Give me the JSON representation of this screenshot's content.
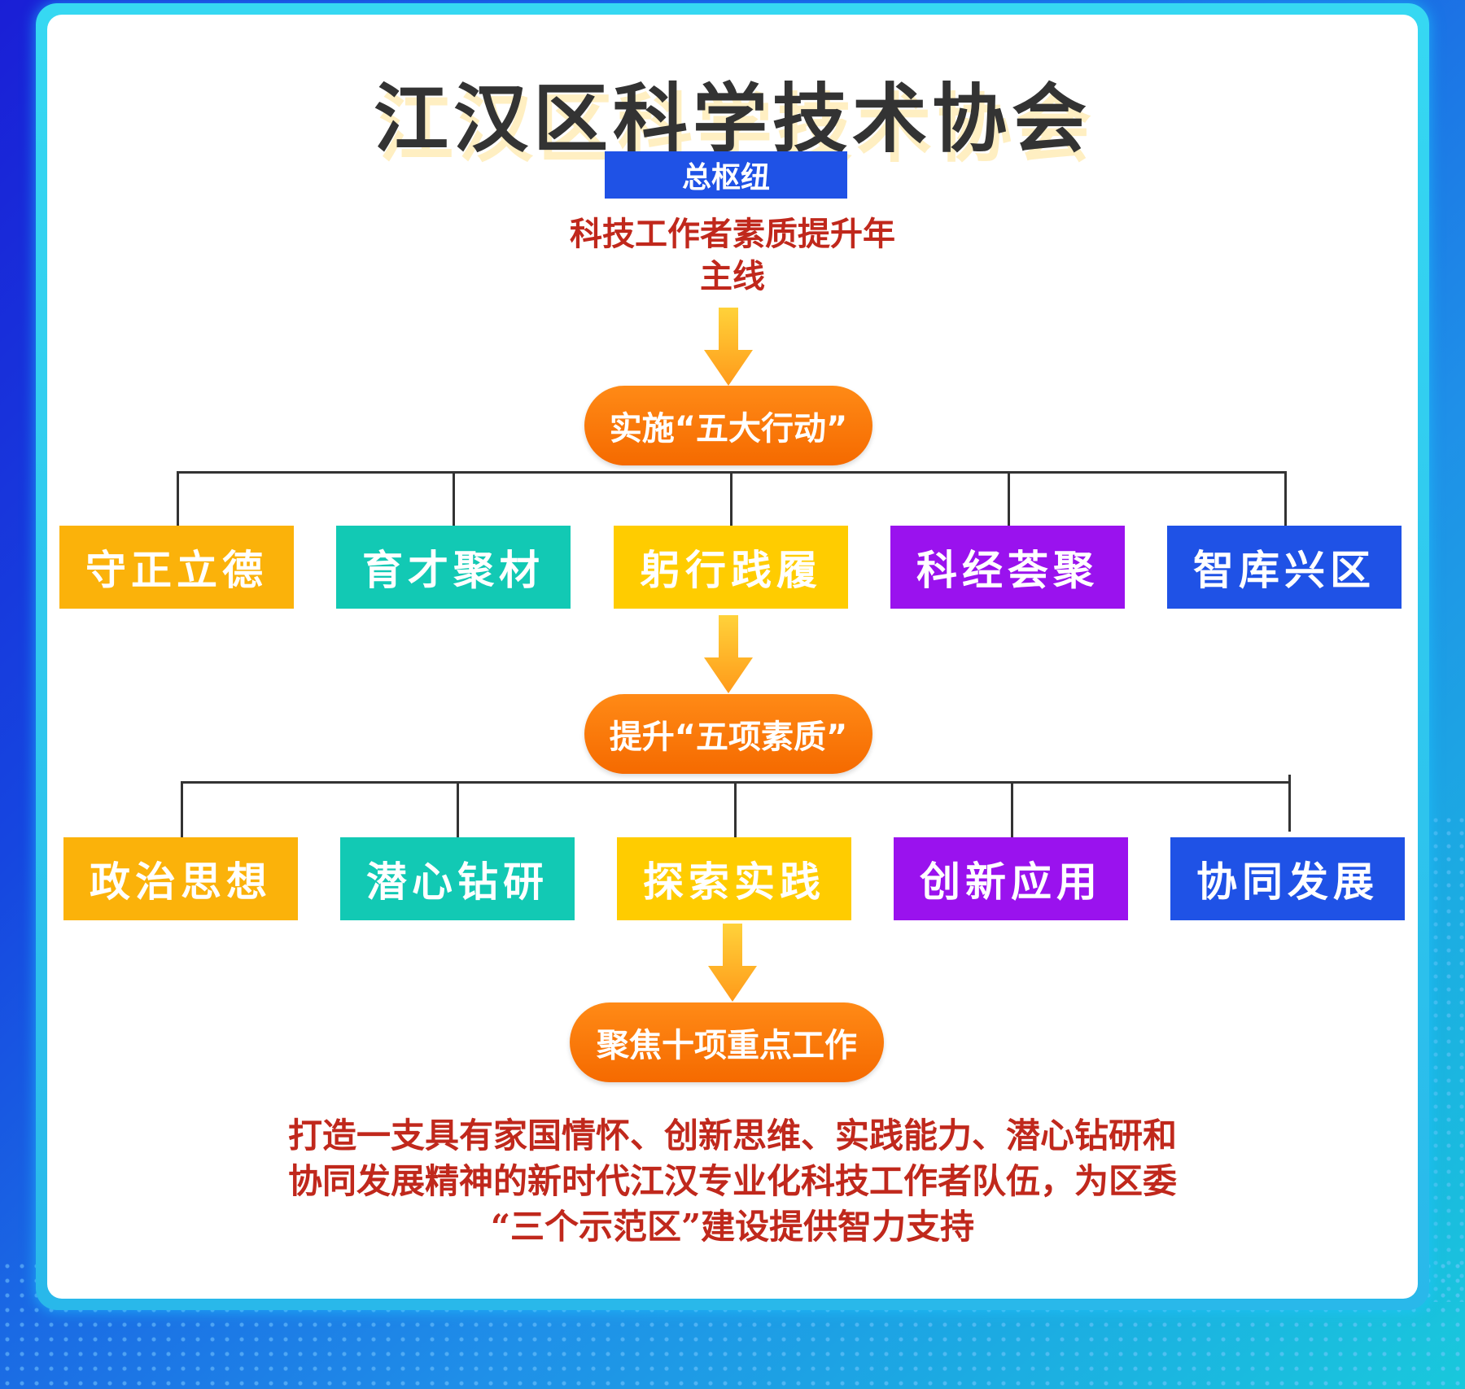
{
  "title": "江汉区科学技术协会",
  "hub_label": "总枢纽",
  "main_line": [
    "科技工作者素质提升年",
    "主线"
  ],
  "actions": {
    "label": "实施“五大行动”",
    "items": [
      "守正立德",
      "育才聚材",
      "躬行践履",
      "科经荟聚",
      "智库兴区"
    ]
  },
  "qualities": {
    "label": "提升“五项素质”",
    "items": [
      "政治思想",
      "潜心钻研",
      "探索实践",
      "创新应用",
      "协同发展"
    ]
  },
  "focus_label": "聚焦十项重点工作",
  "goal_lines": [
    "打造一支具有家国情怀、创新思维、实践能力、潜心钻研和",
    "协同发展精神的新时代江汉专业化科技工作者队伍，为区委",
    "“三个示范区”建设提供智力支持"
  ],
  "colors": {
    "box_colors": [
      "#fbb20a",
      "#12c9b4",
      "#ffcc00",
      "#9a12ee",
      "#1f52e6"
    ],
    "pill": "#f77a0c",
    "hub": "#1f52e6",
    "text_red": "#c0281c"
  }
}
